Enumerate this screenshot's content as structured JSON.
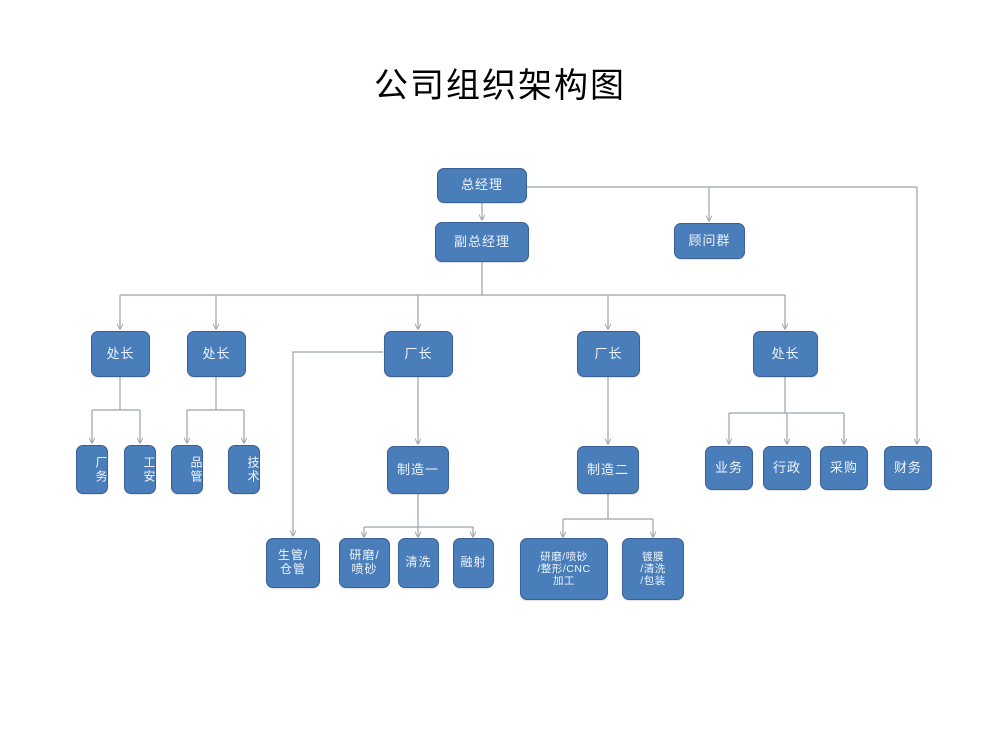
{
  "title": "公司组织架构图",
  "theme": {
    "node_fill": "#4a7ebb",
    "node_border": "#3a6095",
    "node_text": "#eef4fb",
    "connector": "#9aa5ad",
    "background": "#ffffff",
    "title_color": "#000000"
  },
  "nodes": {
    "general_manager": "总经理",
    "deputy_general_manager": "副总经理",
    "advisory_group": "顾问群",
    "division_chief_1": "处长",
    "division_chief_2": "处长",
    "plant_manager_1": "厂长",
    "plant_manager_2": "厂长",
    "division_chief_3": "处长",
    "plant_affairs": "厂务",
    "industrial_safety": "工安",
    "quality_control": "品管",
    "technology": "技术",
    "manufacturing_one": "制造一",
    "manufacturing_two": "制造二",
    "sales": "业务",
    "administration": "行政",
    "purchasing": "采购",
    "finance": "财务",
    "production_warehouse": "生管/\n仓管",
    "grinding_sandblast": "研磨/\n喷砂",
    "cleaning": "清洗",
    "spraying": "融射",
    "grinding_cnc": "研磨/喷砂\n/整形/CNC\n加工",
    "coating_pack": "镀膜\n/清洗\n/包装"
  }
}
